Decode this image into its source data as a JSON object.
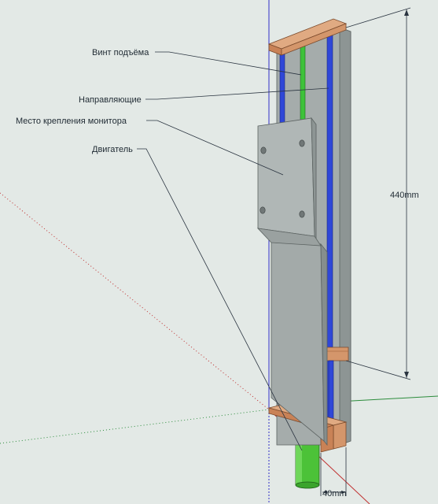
{
  "labels": {
    "lift_screw": "Винт подъёма",
    "guides": "Направляющие",
    "monitor_mount": "Место крепления монитора",
    "motor": "Двигатель"
  },
  "dimensions": {
    "height": "440mm",
    "width": "40mm"
  },
  "colors": {
    "background": "#e3e9e6",
    "plate": "#a5acab",
    "plate_dark": "#8d9594",
    "wood": "#d4966b",
    "wood_dark": "#a86a45",
    "screw": "#3ec23a",
    "guide_rod": "#2f47d8",
    "motor": "#4cc238",
    "axis_red": "#c03030",
    "axis_green": "#2c8c3c",
    "axis_blue": "#3030c8"
  }
}
